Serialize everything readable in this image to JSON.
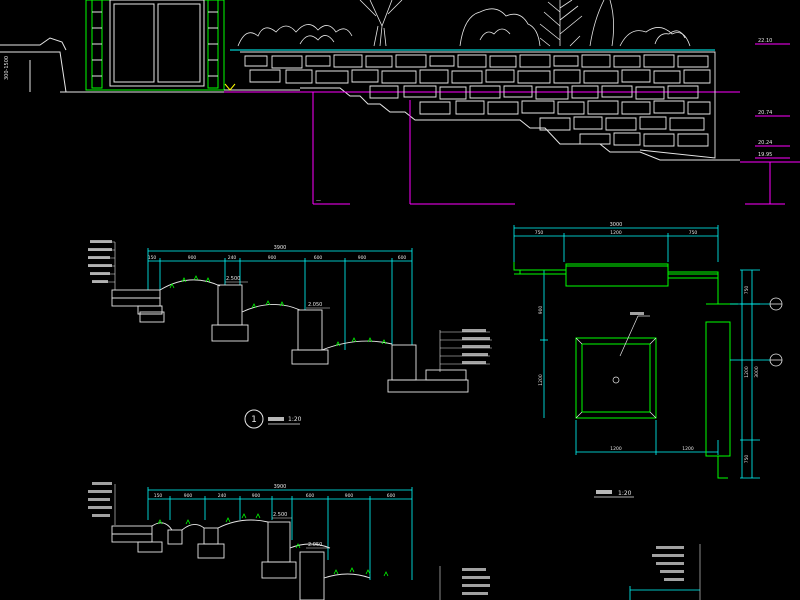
{
  "elevation_labels": [
    "22.10",
    "20.74",
    "20.24",
    "19.95"
  ],
  "section_1": {
    "number": "1",
    "title": "1:20",
    "overall_dim": "3900",
    "segment_dims": [
      "150",
      "900",
      "240",
      "900",
      "600",
      "900",
      "600"
    ],
    "callouts": [
      "2.500",
      "2.050"
    ]
  },
  "section_2": {
    "overall_dim": "3900",
    "segment_dims": [
      "150",
      "900",
      "240",
      "900",
      "600",
      "900",
      "600"
    ],
    "callouts": [
      "2.500",
      "2.050"
    ]
  },
  "plan": {
    "title": "1:20",
    "top_dims": [
      "1200",
      "750",
      "750"
    ],
    "top_overall": "3000",
    "right_dims": [
      "750",
      "1200",
      "750",
      "3000"
    ],
    "left_dims": [
      "900",
      "1200"
    ],
    "bottom_dims": [
      "1200",
      "1200"
    ]
  },
  "colors": {
    "background": "#000000",
    "line_white": "#e6e6e6",
    "magenta": "#ff00ff",
    "cyan": "#00ffff",
    "green": "#00ff00",
    "yellow": "#ffff00"
  }
}
